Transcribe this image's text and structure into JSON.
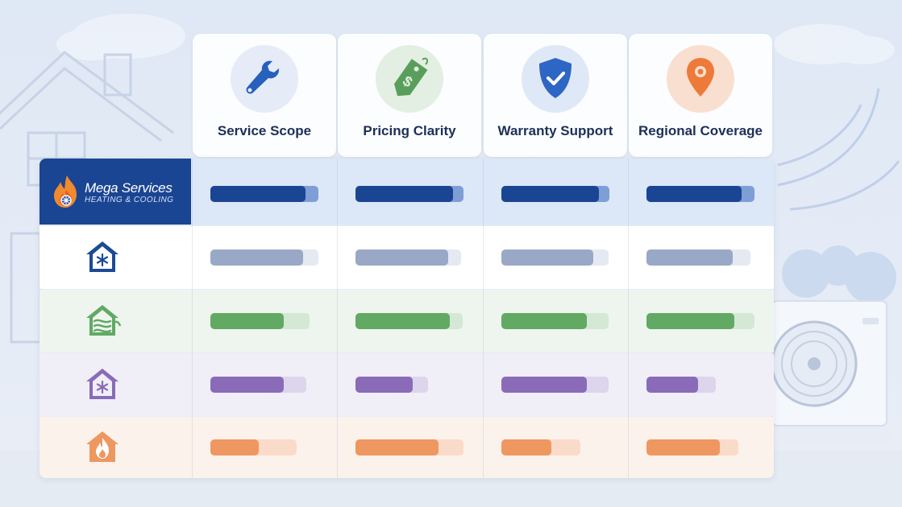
{
  "brand": {
    "name": "Mega Services",
    "subtitle": "HEATING & COOLING"
  },
  "colors": {
    "brand_navy": "#1a4593",
    "blue": "#1a4593",
    "slate": "#9aa8c7",
    "green": "#62a964",
    "purple": "#8a6bb8",
    "orange": "#ef9761"
  },
  "columns": [
    {
      "label": "Service Scope",
      "icon": "wrench-icon"
    },
    {
      "label": "Pricing Clarity",
      "icon": "price-tag-icon"
    },
    {
      "label": "Warranty Support",
      "icon": "shield-check-icon"
    },
    {
      "label": "Regional Coverage",
      "icon": "location-pin-icon"
    }
  ],
  "rows": [
    {
      "icon": "mega-services-logo",
      "color": "blue"
    },
    {
      "icon": "house-snowflake-icon",
      "color": "slate"
    },
    {
      "icon": "house-airflow-icon",
      "color": "green"
    },
    {
      "icon": "house-snowflake-icon",
      "color": "purple"
    },
    {
      "icon": "house-flame-icon",
      "color": "orange"
    }
  ],
  "chart_data": {
    "type": "table",
    "title": "",
    "categories": [
      "Service Scope",
      "Pricing Clarity",
      "Warranty Support",
      "Regional Coverage"
    ],
    "scale_max": 1.0,
    "series": [
      {
        "name": "Mega Services",
        "values": [
          0.88,
          0.9,
          0.9,
          0.88
        ],
        "totals": [
          1.0,
          1.0,
          1.0,
          1.0
        ]
      },
      {
        "values": [
          0.86,
          0.86,
          0.85,
          0.8
        ],
        "totals": [
          1.0,
          0.98,
          0.99,
          0.96
        ]
      },
      {
        "values": [
          0.68,
          0.87,
          0.79,
          0.81
        ],
        "totals": [
          0.92,
          0.99,
          0.99,
          1.0
        ]
      },
      {
        "values": [
          0.68,
          0.53,
          0.79,
          0.48
        ],
        "totals": [
          0.89,
          0.67,
          0.99,
          0.64
        ]
      },
      {
        "values": [
          0.45,
          0.77,
          0.46,
          0.68
        ],
        "totals": [
          0.8,
          1.0,
          0.73,
          0.85
        ]
      }
    ]
  }
}
